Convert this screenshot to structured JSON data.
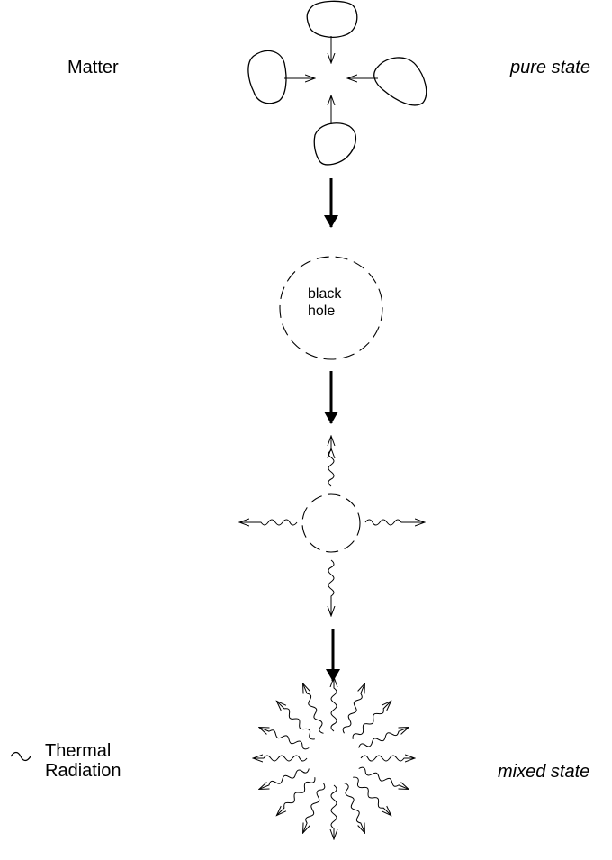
{
  "labels": {
    "matter": "Matter",
    "pure_state": "pure state",
    "black_hole_line1": "black",
    "black_hole_line2": "hole",
    "thermal_line1": "Thermal",
    "thermal_line2": "Radiation",
    "mixed_state": "mixed state"
  },
  "legend": {
    "symbol": "∼"
  }
}
